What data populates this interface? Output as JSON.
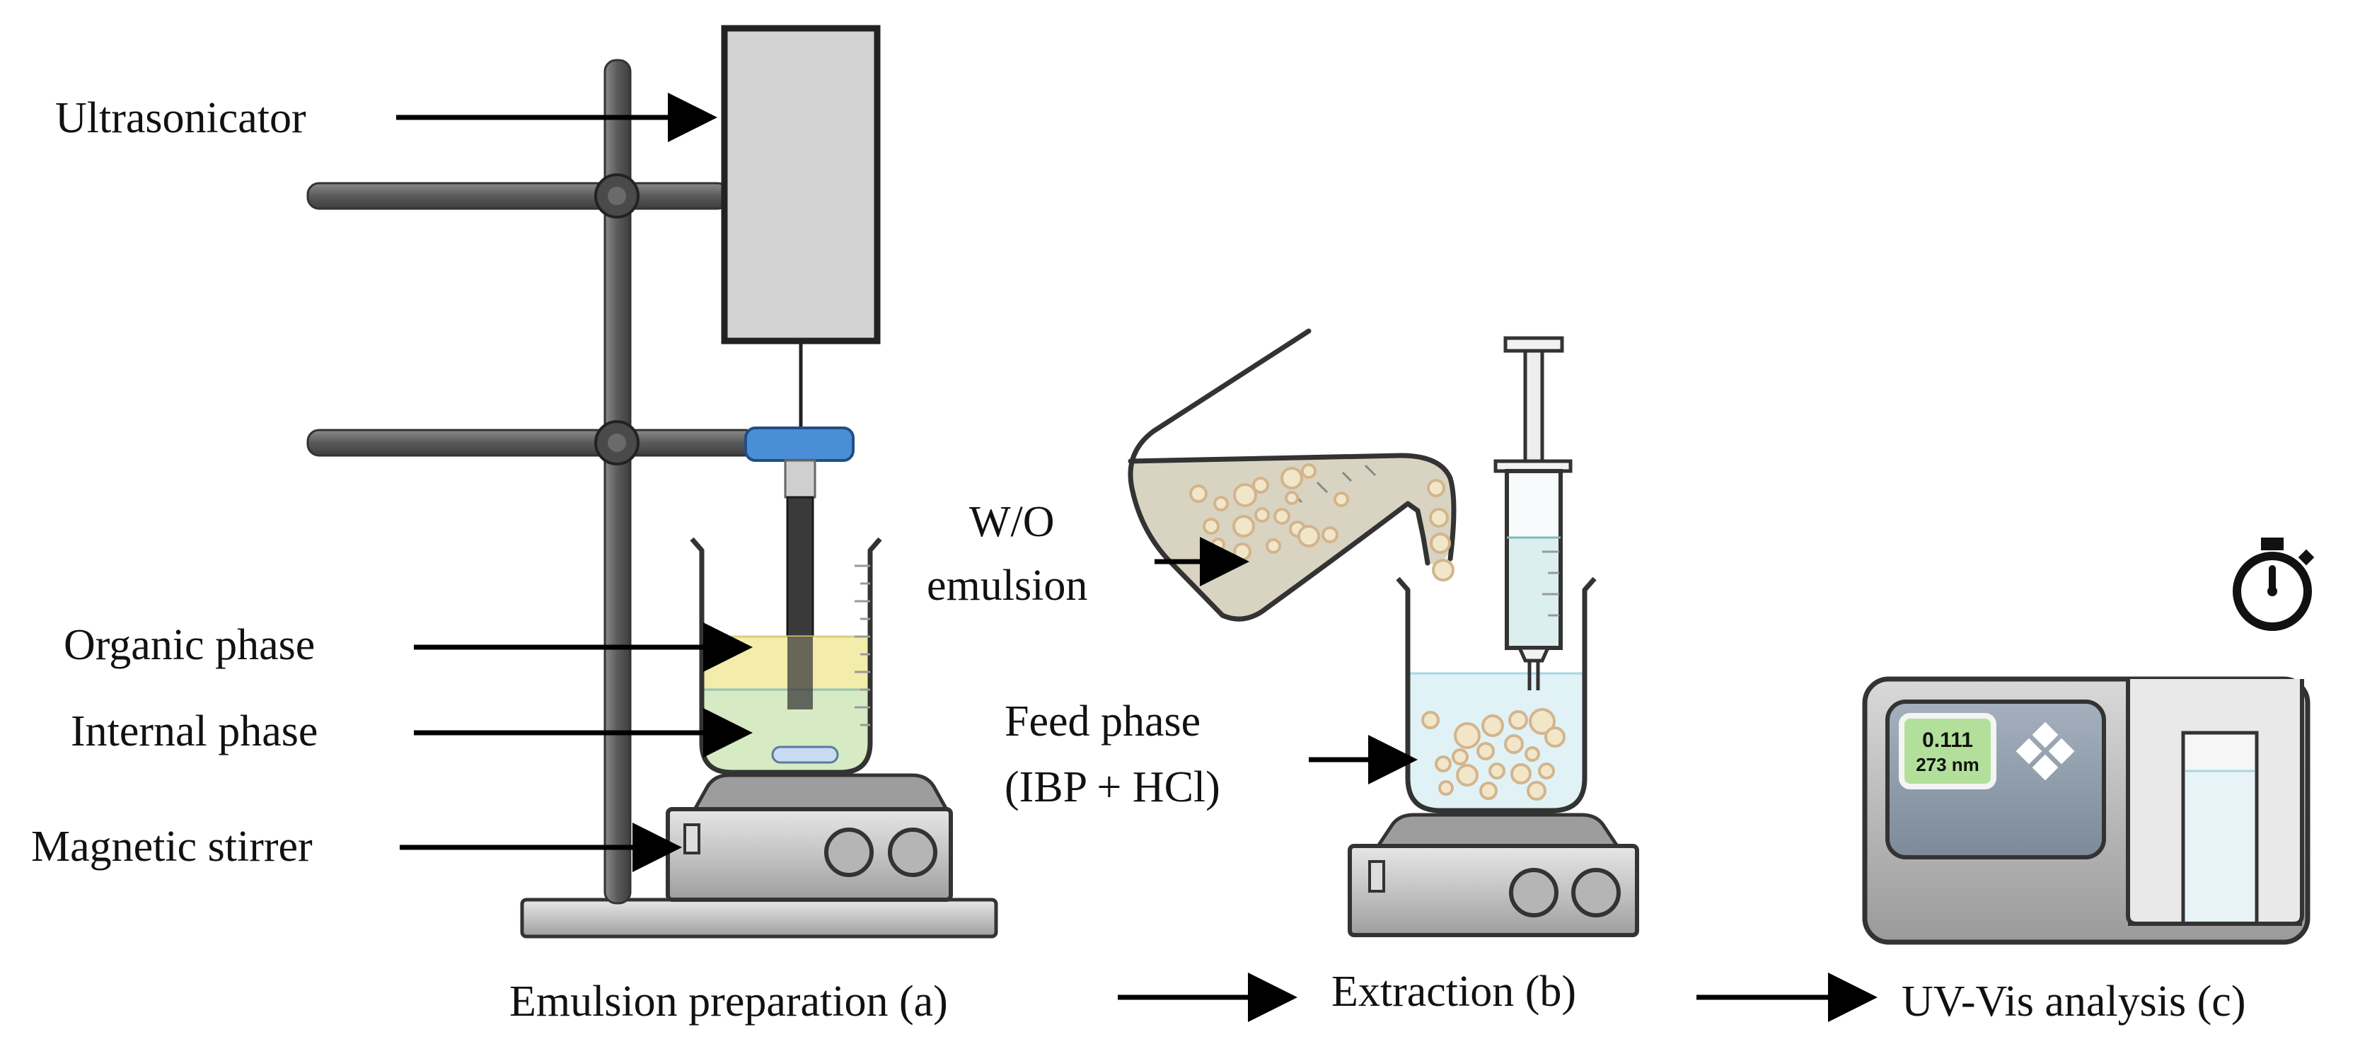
{
  "labels": {
    "ultrasonicator": "Ultrasonicator",
    "organic_phase": "Organic phase",
    "internal_phase": "Internal phase",
    "magnetic_stirrer": "Magnetic stirrer",
    "wo_line1": "W/O",
    "wo_line2": "emulsion",
    "feed_line1": "Feed phase",
    "feed_line2": "(IBP + HCl)"
  },
  "steps": {
    "a": "Emulsion preparation (a)",
    "b": "Extraction (b)",
    "c": "UV-Vis analysis (c)"
  },
  "display": {
    "value": "0.111",
    "wavelength": "273 nm"
  },
  "colors": {
    "organic_phase": "#f3ecaa",
    "internal_phase": "#d6ebc4",
    "feed_phase": "#e0f2f6",
    "emulsion": "#d9d3c2",
    "droplet_fill": "#f2e6c9",
    "droplet_stroke": "#d2b58d",
    "rod": "#6b6b6b",
    "clamp_blue": "#4a8fd6",
    "lcd": "#b2e09a",
    "instrument_panel": "#8e9bab",
    "stirrer_metal": "#bdbdbd"
  },
  "icons": [
    "stopwatch-icon",
    "arrow-icon"
  ]
}
